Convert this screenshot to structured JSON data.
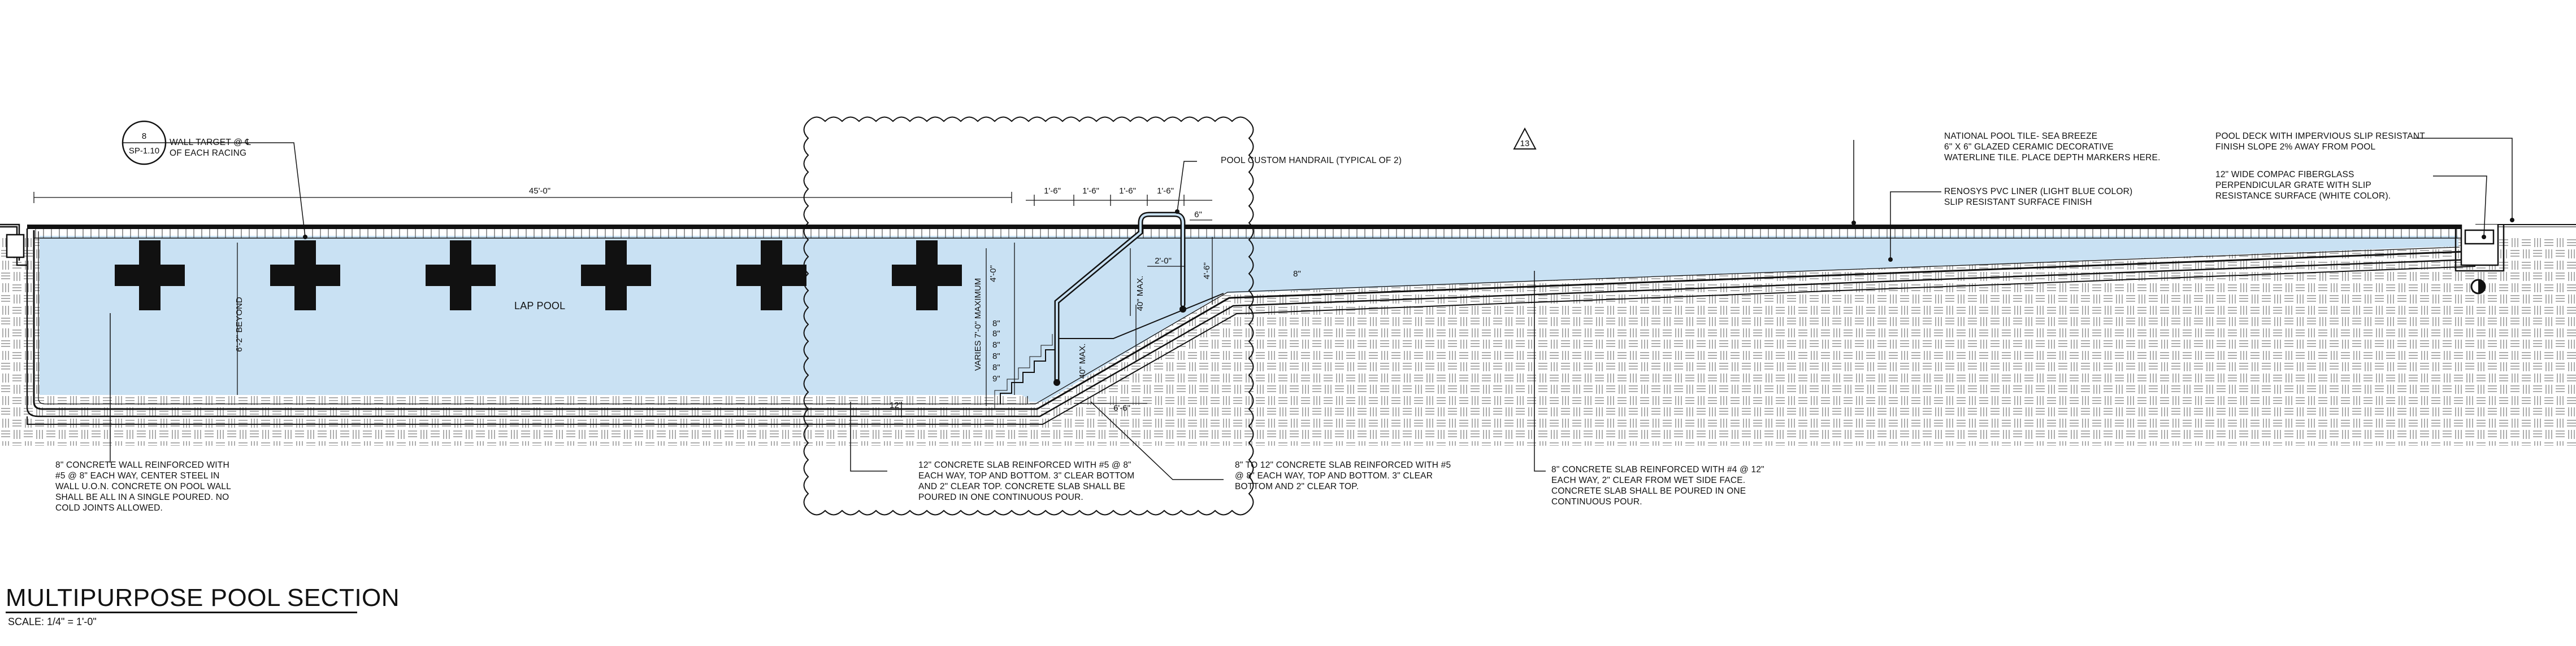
{
  "drawing": {
    "title": "MULTIPURPOSE POOL SECTION",
    "scale": "SCALE:   1/4\" = 1'-0\""
  },
  "section_tag": {
    "number": "8",
    "sheet": "SP-1.10"
  },
  "revision_tag": "13",
  "labels": {
    "pool_name": "LAP POOL",
    "wall_target": [
      "WALL TARGET @ ℄",
      "OF EACH RACING"
    ],
    "handrail": "POOL CUSTOM HANDRAIL (TYPICAL OF 2)",
    "tile": [
      "NATIONAL POOL TILE- SEA BREEZE",
      "6\" X 6\" GLAZED CERAMIC DECORATIVE",
      "WATERLINE TILE. PLACE DEPTH MARKERS HERE."
    ],
    "liner": [
      "RENOSYS PVC LINER (LIGHT BLUE COLOR)",
      "SLIP RESISTANT SURFACE FINISH"
    ],
    "deck": [
      "POOL DECK WITH IMPERVIOUS SLIP RESISTANT",
      "FINISH SLOPE 2% AWAY FROM POOL"
    ],
    "grate": [
      "12\" WIDE COMPAC FIBERGLASS",
      "PERPENDICULAR GRATE WITH SLIP",
      "RESISTANCE SURFACE (WHITE COLOR)."
    ],
    "wall_note": [
      "8\" CONCRETE WALL REINFORCED WITH",
      "#5 @ 8\" EACH WAY, CENTER STEEL IN",
      "WALL U.O.N. CONCRETE ON POOL WALL",
      "SHALL BE ALL IN A SINGLE POURED. NO",
      "COLD JOINTS ALLOWED."
    ],
    "slab12_note": [
      "12\" CONCRETE SLAB REINFORCED WITH #5 @ 8\"",
      "EACH WAY, TOP AND BOTTOM. 3\" CLEAR BOTTOM",
      "AND 2\" CLEAR TOP. CONCRETE SLAB SHALL BE",
      "POURED IN ONE CONTINUOUS POUR."
    ],
    "slab8to12_note": [
      "8\" TO 12\" CONCRETE SLAB REINFORCED WITH #5",
      "@ 8\" EACH WAY, TOP AND BOTTOM. 3\" CLEAR",
      "BOTTOM AND 2\" CLEAR TOP."
    ],
    "slab8_note": [
      "8\" CONCRETE SLAB REINFORCED WITH #4 @ 12\"",
      "EACH WAY,  2\" CLEAR FROM WET SIDE FACE.",
      "CONCRETE SLAB SHALL BE POURED IN ONE",
      "CONTINUOUS POUR."
    ]
  },
  "dimensions": {
    "overall_length": "45'-0\"",
    "depth_beyond": "6'-2\" BEYOND",
    "varies": "VARIES 7'-0\" MAXIMUM",
    "top_spacing": [
      "1'-6\"",
      "1'-6\"",
      "1'-6\"",
      "1'-6\""
    ],
    "six_inch": "6\"",
    "two_zero": "2'-0\"",
    "four_six": "4'-6\"",
    "four_zero": "4'-0\"",
    "forty_max_upper": "40\" MAX.",
    "forty_max_lower": "40\" MAX.",
    "slab_12": "12\"",
    "six_six": "6'-6\"",
    "step_risers": [
      "9\"",
      "8\"",
      "8\"",
      "8\"",
      "8\"",
      "8\""
    ],
    "slab_8": "8\""
  },
  "colors": {
    "water": "#c9e1f3",
    "line": "#111111",
    "lane_marker": "#111111",
    "concrete_hatch": "#8a8a8a"
  },
  "lane_markers": 6
}
